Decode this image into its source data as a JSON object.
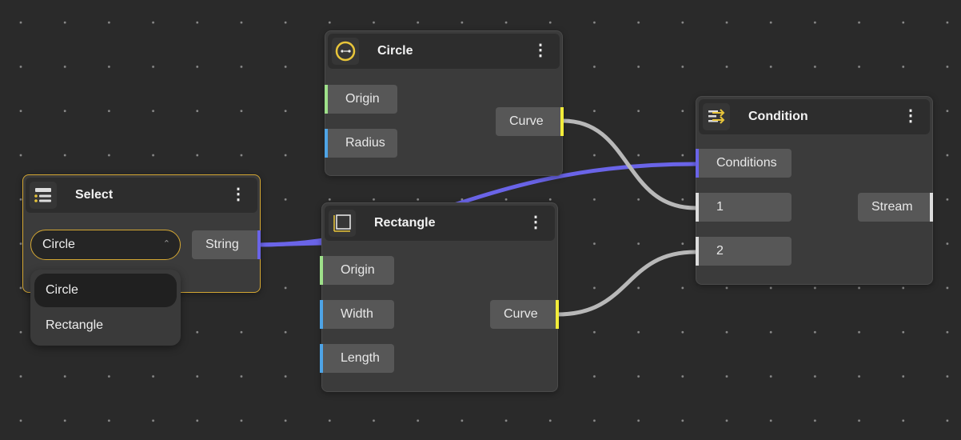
{
  "nodes": {
    "circle": {
      "title": "Circle",
      "inputs": [
        "Origin",
        "Radius"
      ],
      "output": "Curve"
    },
    "select": {
      "title": "Select",
      "value": "Circle",
      "output": "String",
      "options": [
        "Circle",
        "Rectangle"
      ]
    },
    "rectangle": {
      "title": "Rectangle",
      "inputs": [
        "Origin",
        "Width",
        "Length"
      ],
      "output": "Curve"
    },
    "condition": {
      "title": "Condition",
      "inputs": [
        "Conditions",
        "1",
        "2"
      ],
      "output": "Stream"
    }
  },
  "colors": {
    "accent": "#d4a733",
    "wire_string": "#6a64e8",
    "wire_curve": "#b8b8b8",
    "port_green": "#9ee08a",
    "port_blue": "#4ea4e6",
    "port_yellow": "#f2ec3a",
    "port_purple": "#6a64e8",
    "port_white": "#dcdcdc"
  }
}
